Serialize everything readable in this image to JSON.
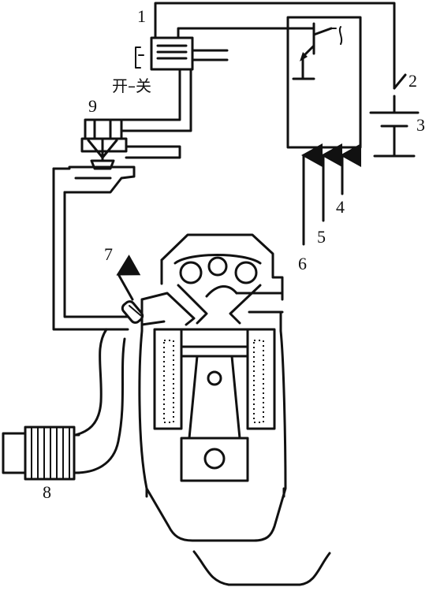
{
  "labels": {
    "l1": "1",
    "l2": "2",
    "l3": "3",
    "l4": "4",
    "l5": "5",
    "l6": "6",
    "l7": "7",
    "l8": "8",
    "l9": "9",
    "switch_text": "开–关"
  },
  "colors": {
    "line": "#111111",
    "background": "#ffffff"
  }
}
